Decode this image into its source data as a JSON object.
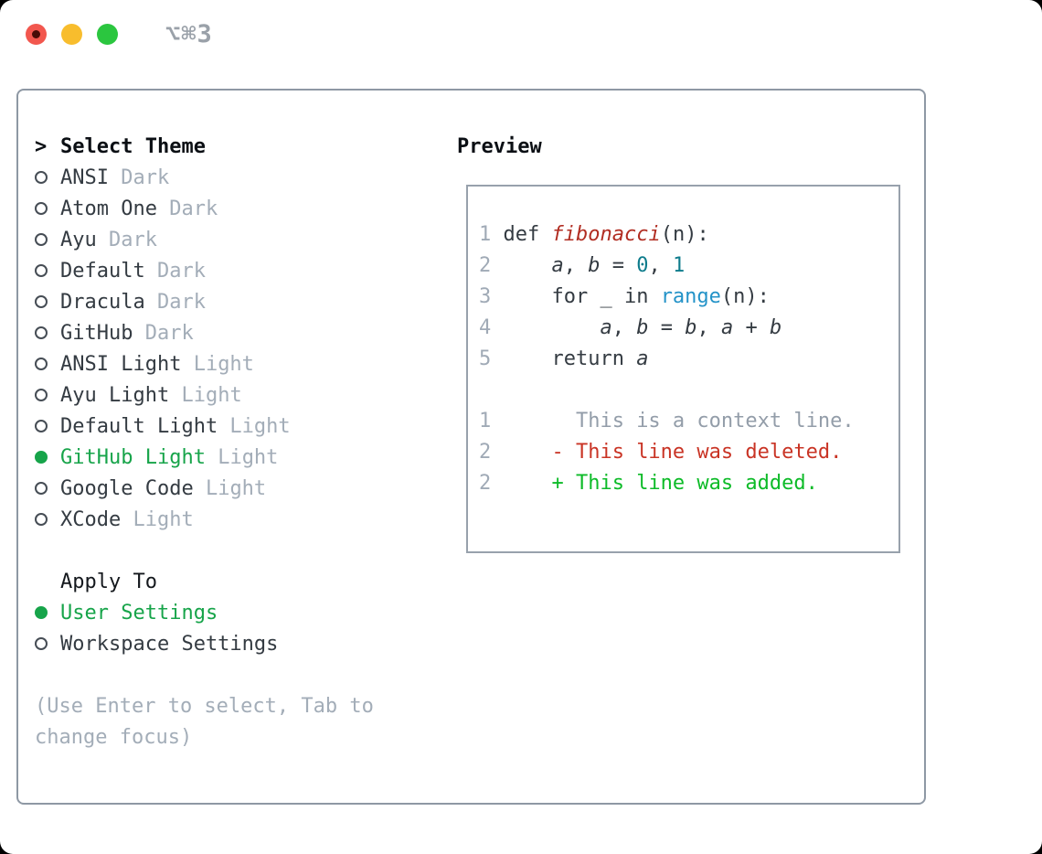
{
  "titlebar": {
    "shortcut": "⌥⌘3"
  },
  "theme_picker": {
    "prompt": ">",
    "title": "Select Theme",
    "items": [
      {
        "name": "ANSI",
        "tag": "Dark",
        "selected": false
      },
      {
        "name": "Atom One",
        "tag": "Dark",
        "selected": false
      },
      {
        "name": "Ayu",
        "tag": "Dark",
        "selected": false
      },
      {
        "name": "Default",
        "tag": "Dark",
        "selected": false
      },
      {
        "name": "Dracula",
        "tag": "Dark",
        "selected": false
      },
      {
        "name": "GitHub",
        "tag": "Dark",
        "selected": false
      },
      {
        "name": "ANSI Light",
        "tag": "Light",
        "selected": false
      },
      {
        "name": "Ayu Light",
        "tag": "Light",
        "selected": false
      },
      {
        "name": "Default Light",
        "tag": "Light",
        "selected": false
      },
      {
        "name": "GitHub Light",
        "tag": "Light",
        "selected": true
      },
      {
        "name": "Google Code",
        "tag": "Light",
        "selected": false
      },
      {
        "name": "XCode",
        "tag": "Light",
        "selected": false
      }
    ]
  },
  "apply_to": {
    "title": "Apply To",
    "options": [
      {
        "name": "User Settings",
        "selected": true
      },
      {
        "name": "Workspace Settings",
        "selected": false
      }
    ]
  },
  "hint": {
    "line1": "(Use Enter to select, Tab to",
    "line2": "change focus)"
  },
  "preview": {
    "title": "Preview",
    "code_lines": [
      [
        {
          "style": "num",
          "text": "1"
        },
        {
          "style": "plain",
          "text": " def "
        },
        {
          "style": "func",
          "text": "fibonacci"
        },
        {
          "style": "plain",
          "text": "(n):"
        }
      ],
      [
        {
          "style": "num",
          "text": "2"
        },
        {
          "style": "plain",
          "text": "     "
        },
        {
          "style": "var",
          "text": "a"
        },
        {
          "style": "plain",
          "text": ", "
        },
        {
          "style": "var",
          "text": "b"
        },
        {
          "style": "plain",
          "text": " = "
        },
        {
          "style": "literal",
          "text": "0"
        },
        {
          "style": "plain",
          "text": ", "
        },
        {
          "style": "literal",
          "text": "1"
        }
      ],
      [
        {
          "style": "num",
          "text": "3"
        },
        {
          "style": "plain",
          "text": "     for _ in "
        },
        {
          "style": "builtin",
          "text": "range"
        },
        {
          "style": "plain",
          "text": "(n):"
        }
      ],
      [
        {
          "style": "num",
          "text": "4"
        },
        {
          "style": "plain",
          "text": "         "
        },
        {
          "style": "var",
          "text": "a"
        },
        {
          "style": "plain",
          "text": ", "
        },
        {
          "style": "var",
          "text": "b"
        },
        {
          "style": "plain",
          "text": " = "
        },
        {
          "style": "var",
          "text": "b"
        },
        {
          "style": "plain",
          "text": ", "
        },
        {
          "style": "var",
          "text": "a"
        },
        {
          "style": "plain",
          "text": " + "
        },
        {
          "style": "var",
          "text": "b"
        }
      ],
      [
        {
          "style": "num",
          "text": "5"
        },
        {
          "style": "plain",
          "text": "     return "
        },
        {
          "style": "var",
          "text": "a"
        }
      ]
    ],
    "diff_lines": [
      [
        {
          "style": "num",
          "text": "1"
        },
        {
          "style": "context",
          "text": "       This is a context line."
        }
      ],
      [
        {
          "style": "num",
          "text": "2"
        },
        {
          "style": "deleted",
          "text": "     - This line was deleted."
        }
      ],
      [
        {
          "style": "num",
          "text": "2"
        },
        {
          "style": "added",
          "text": "     + This line was added."
        }
      ]
    ]
  },
  "colors": {
    "selected_green": "#17a44a",
    "added_green": "#0dbb28",
    "deleted_red": "#c93425",
    "function_red": "#b12d22",
    "builtin_blue": "#2493c8",
    "literal_teal": "#0e7c8c",
    "muted_gray": "#a3adb8",
    "line_number_gray": "#a0aab6",
    "text_dark": "#343b42",
    "panel_border": "#8e98a4",
    "preview_border": "#98a1ac",
    "traffic_red": "#f2574e",
    "traffic_yellow": "#f8bd2d",
    "traffic_green": "#2bc63f"
  }
}
